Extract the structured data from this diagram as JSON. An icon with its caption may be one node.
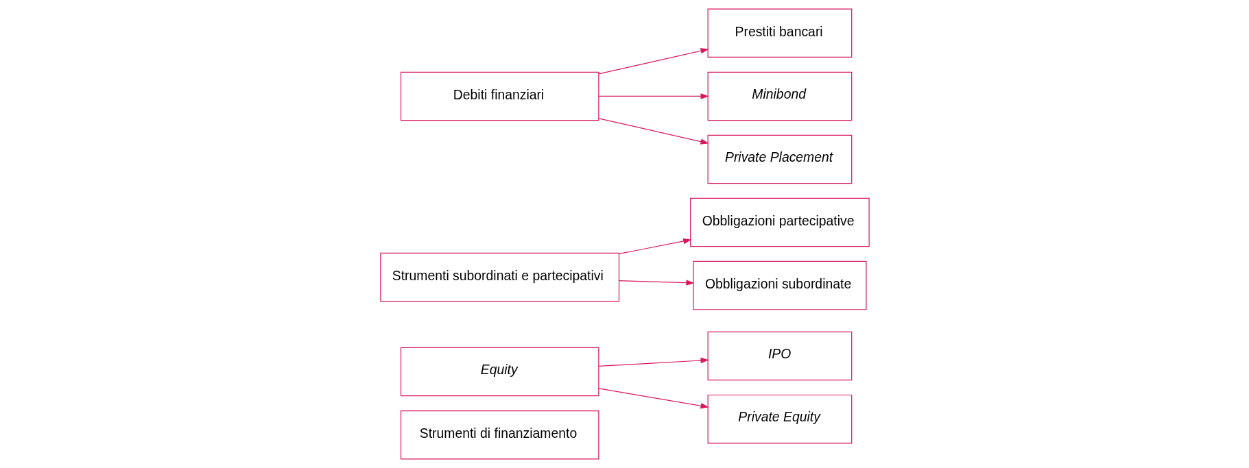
{
  "diagram": {
    "nodes": [
      {
        "text": [
          "Strumenti di finanziamento"
        ]
      },
      {
        "text": [
          "Equity"
        ]
      },
      {
        "text": [
          "Strumenti subordinati e partecipativi"
        ]
      },
      {
        "text": [
          "Debiti finanziari"
        ]
      },
      {
        "text": [
          "IPO"
        ]
      },
      {
        "text": [
          "Private Equity"
        ]
      },
      {
        "text": [
          "Obbligazioni partecipative"
        ]
      },
      {
        "text": [
          "Obbligazioni subordinate"
        ]
      },
      {
        "text": [
          "Prestiti bancari"
        ]
      },
      {
        "text": [
          "Minibond"
        ]
      },
      {
        "text": [
          "Private Placement"
        ]
      }
    ],
    "edges": [
      {
        "from": 1,
        "to": 4,
        "arrow": "to"
      },
      {
        "from": 1,
        "to": 5,
        "arrow": "to"
      },
      {
        "from": 2,
        "to": 6,
        "arrow": "to"
      },
      {
        "from": 2,
        "to": 7,
        "arrow": "to"
      },
      {
        "from": 3,
        "to": 8,
        "arrow": "to"
      },
      {
        "from": 3,
        "to": 9,
        "arrow": "to"
      },
      {
        "from": 3,
        "to": 10,
        "arrow": "to"
      }
    ]
  }
}
